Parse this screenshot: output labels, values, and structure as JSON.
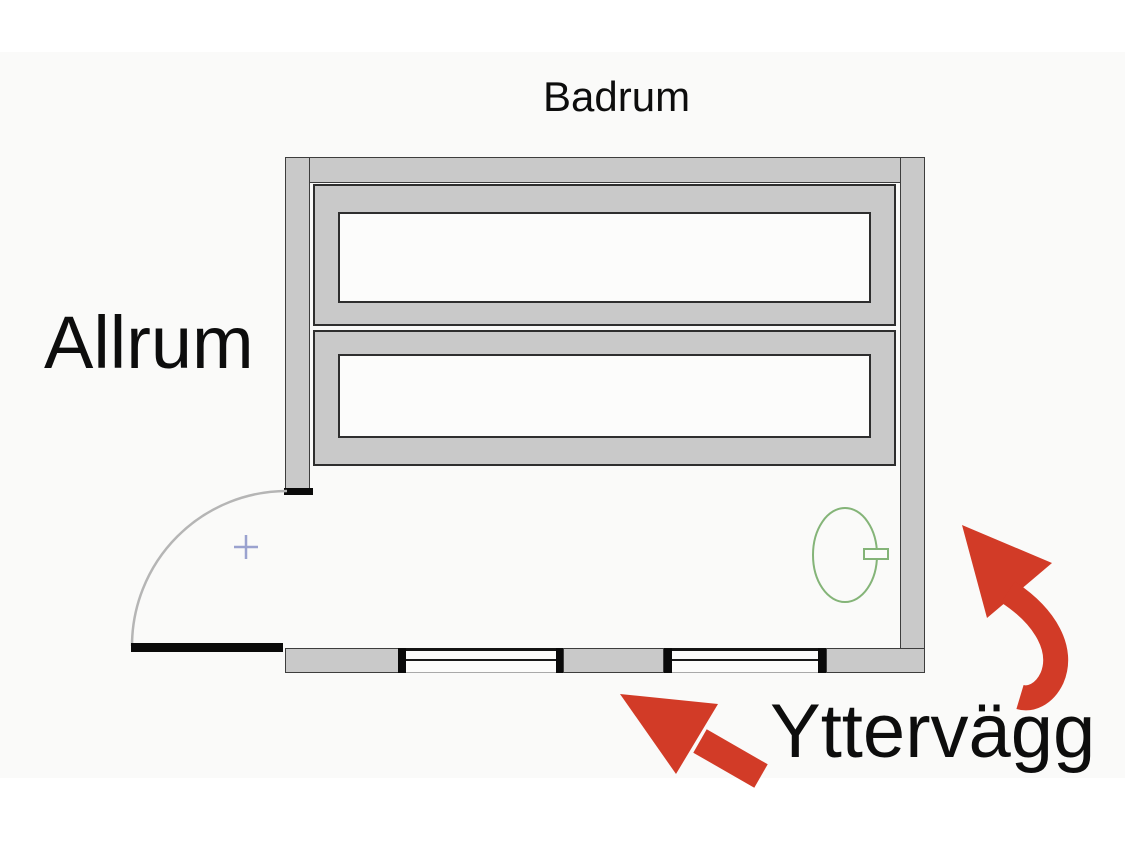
{
  "floor_plan": {
    "room_label_top": "Badrum",
    "room_label_left": "Allrum",
    "annotation_bottom_right": "Yttervägg"
  },
  "colors": {
    "page_background": "#ffffff",
    "canvas_background": "#fafaf9",
    "wall_fill": "#c9c9c9",
    "wall_outline": "#3d3d3d",
    "door_jamb_black": "#0a0a0a",
    "window_pane_line": "#1a1a1a",
    "arrow_red": "#d23b27",
    "fixture_green_outline": "#84b478",
    "door_cross_blue": "#9aa2cf",
    "door_arc_gray": "#b5b5b5",
    "label_text": "#0d0d0d"
  },
  "icons": {
    "door_swing_arc": "quarter-circle arc",
    "door_leaf": "solid black bar",
    "door_center_cross": "plus mark",
    "toilet": "green ellipse with tank",
    "arrow_bottom_wall": "red straight arrow pointing up-left at bottom exterior wall",
    "arrow_right_wall": "red curved arrow pointing up-left at right exterior wall"
  }
}
